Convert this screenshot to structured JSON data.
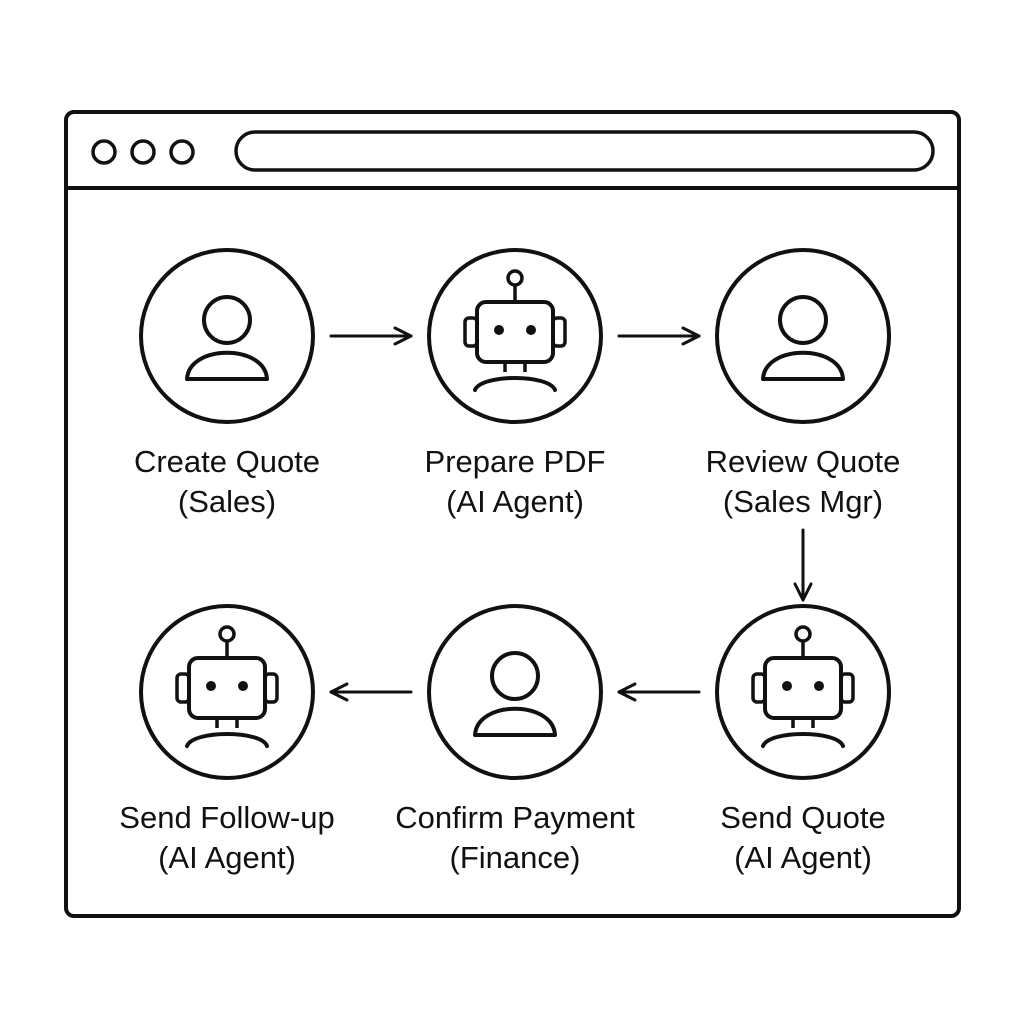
{
  "browser_window": {
    "address_bar_value": ""
  },
  "steps": [
    {
      "name": "Create Quote",
      "role": "(Sales)",
      "icon": "person-icon"
    },
    {
      "name": "Prepare PDF",
      "role": "(AI Agent)",
      "icon": "robot-icon"
    },
    {
      "name": "Review Quote",
      "role": "(Sales Mgr)",
      "icon": "person-icon"
    },
    {
      "name": "Send Quote",
      "role": "(AI Agent)",
      "icon": "robot-icon"
    },
    {
      "name": "Confirm Payment",
      "role": "(Finance)",
      "icon": "person-icon"
    },
    {
      "name": "Send Follow-up",
      "role": "(AI Agent)",
      "icon": "robot-icon"
    }
  ],
  "flow": [
    [
      0,
      1
    ],
    [
      1,
      2
    ],
    [
      2,
      3
    ],
    [
      3,
      4
    ],
    [
      4,
      5
    ]
  ],
  "colors": {
    "stroke": "#111111",
    "background": "#ffffff"
  }
}
